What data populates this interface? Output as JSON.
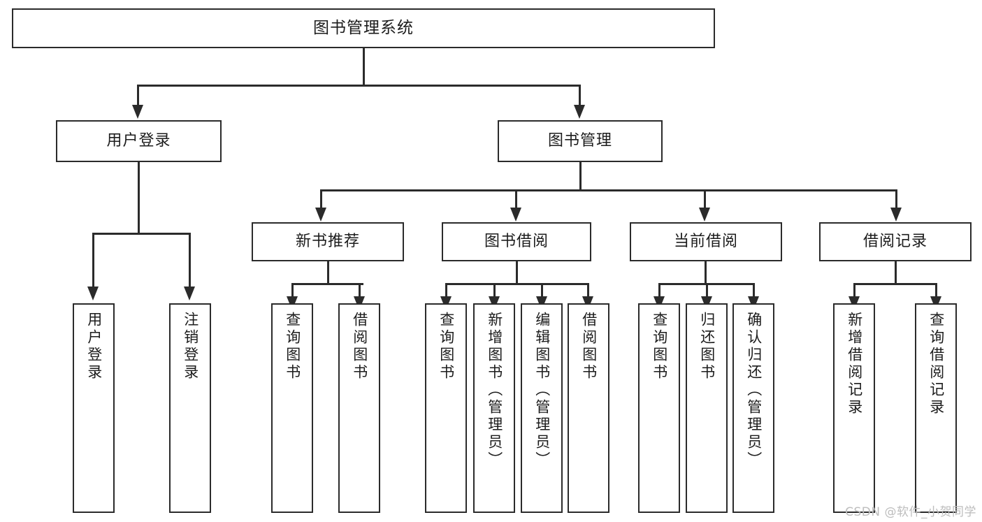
{
  "diagram": {
    "title": "图书管理系统",
    "watermark": "CSDN @软件_小贺同学",
    "accent_color": "#2b2b2b",
    "background_color": "#ffffff",
    "root": {
      "label": "图书管理系统"
    },
    "level2": [
      {
        "label": "用户登录"
      },
      {
        "label": "图书管理"
      }
    ],
    "level3": [
      {
        "label": "新书推荐"
      },
      {
        "label": "图书借阅"
      },
      {
        "label": "当前借阅"
      },
      {
        "label": "借阅记录"
      }
    ],
    "leaves": {
      "user_login": [
        {
          "label": "用户登录"
        },
        {
          "label": "注销登录"
        }
      ],
      "new_book": [
        {
          "label": "查询图书"
        },
        {
          "label": "借阅图书"
        }
      ],
      "borrow": [
        {
          "label": "查询图书"
        },
        {
          "label": "新增图书（管理员）"
        },
        {
          "label": "编辑图书（管理员）"
        },
        {
          "label": "借阅图书"
        }
      ],
      "current": [
        {
          "label": "查询图书"
        },
        {
          "label": "归还图书"
        },
        {
          "label": "确认归还（管理员）"
        }
      ],
      "records": [
        {
          "label": "新增借阅记录"
        },
        {
          "label": "查询借阅记录"
        }
      ]
    }
  }
}
